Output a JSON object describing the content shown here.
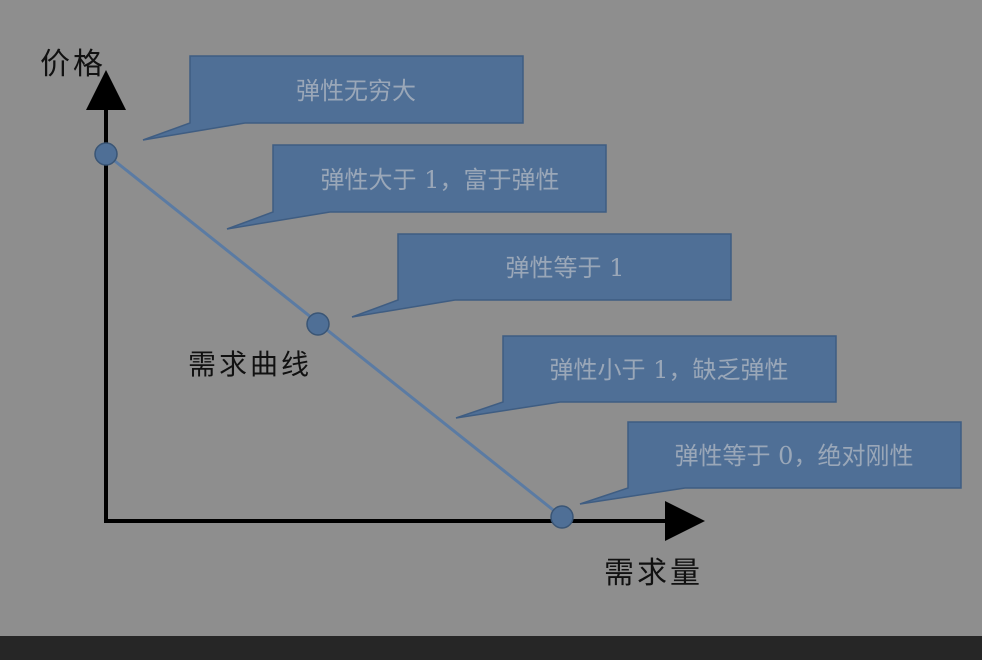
{
  "diagram": {
    "y_axis_label": "价格",
    "x_axis_label": "需求量",
    "curve_label": "需求曲线",
    "callouts": [
      {
        "text": "弹性无穷大"
      },
      {
        "text": "弹性大于 1，富于弹性"
      },
      {
        "text": "弹性等于 1"
      },
      {
        "text": "弹性小于 1，缺乏弹性"
      },
      {
        "text": "弹性等于 0，绝对刚性"
      }
    ]
  },
  "colors": {
    "background": "#8e8e8e",
    "callout_fill": "#4f6f96",
    "curve": "#5b7ba3",
    "axis": "#000000"
  }
}
